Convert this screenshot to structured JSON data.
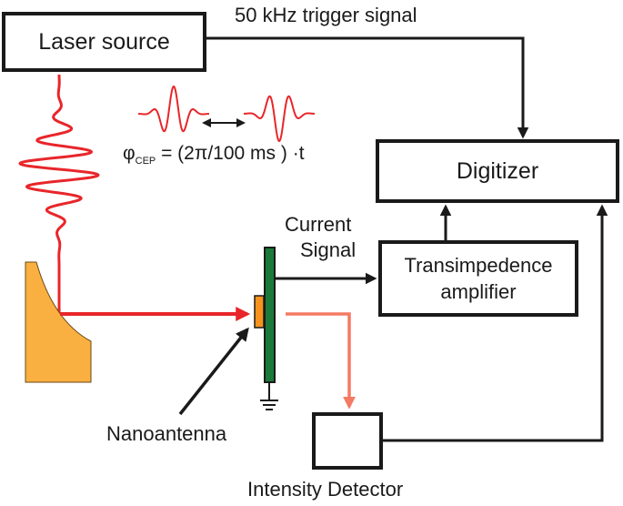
{
  "boxes": {
    "laser_source": "Laser source",
    "digitizer": "Digitizer",
    "transimpedance_line1": "Transimpedence",
    "transimpedance_line2": "amplifier"
  },
  "labels": {
    "trigger": "50 kHz trigger signal",
    "current_line1": "Current",
    "current_line2": "Signal",
    "nanoantenna": "Nanoantenna",
    "intensity_detector": "Intensity Detector"
  },
  "formula": {
    "symbol": "φ",
    "subscript": "CEP",
    "expression": " = (2π/100 ms ) ·t"
  },
  "colors": {
    "laser_red": "#e8262a",
    "reflected_beam": "#f47a63",
    "mirror": "#f9b040",
    "antenna": "#f7941d",
    "substrate": "#1b7a3a",
    "line": "#1a1a1a"
  }
}
